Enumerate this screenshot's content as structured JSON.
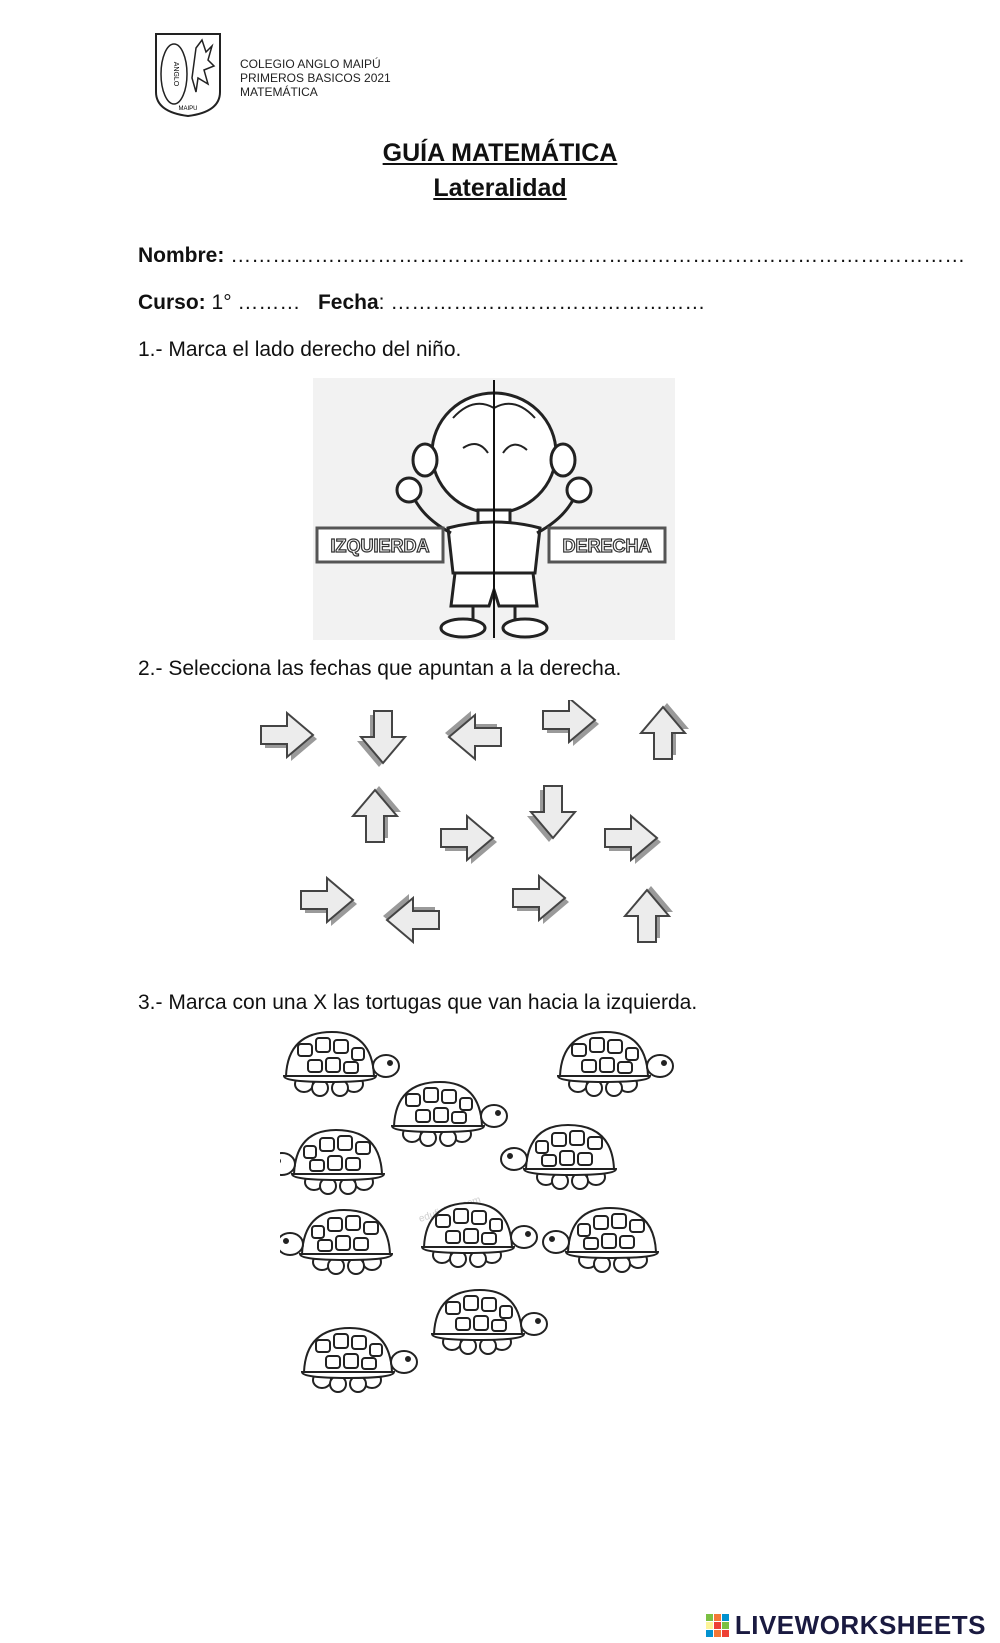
{
  "header": {
    "school_lines": [
      "COLEGIO ANGLO MAIPÚ",
      "PRIMEROS BASICOS 2021",
      "MATEMÁTICA"
    ],
    "logo_text": "ANGLO",
    "logo_bottom": "MAIPU"
  },
  "title": "GUÍA MATEMÁTICA",
  "subtitle": "Lateralidad",
  "fields": {
    "nombre_label": "Nombre:",
    "nombre_dots": "……………………………………………………………………………………………",
    "curso_label": "Curso:",
    "curso_value": "1° ………",
    "fecha_label": "Fecha",
    "fecha_value": ": ………………………………………"
  },
  "questions": {
    "q1": "1.- Marca el lado derecho del niño.",
    "q2": "2.- Selecciona las fechas que apuntan a la derecha.",
    "q3": "3.- Marca con una X las tortugas que van hacia la izquierda."
  },
  "boy_image": {
    "left_label": "IZQUIERDA",
    "right_label": "DERECHA"
  },
  "arrows": [
    "right",
    "down",
    "left",
    "right",
    "up",
    "up",
    "right",
    "down",
    "right",
    "right",
    "left",
    "right",
    "up"
  ],
  "turtles": [
    "right",
    "right",
    "right",
    "left",
    "left",
    "left",
    "right",
    "left",
    "right",
    "right"
  ],
  "watermark": "edufichas.com",
  "footer": {
    "brand": "LIVEWORKSHEETS"
  }
}
